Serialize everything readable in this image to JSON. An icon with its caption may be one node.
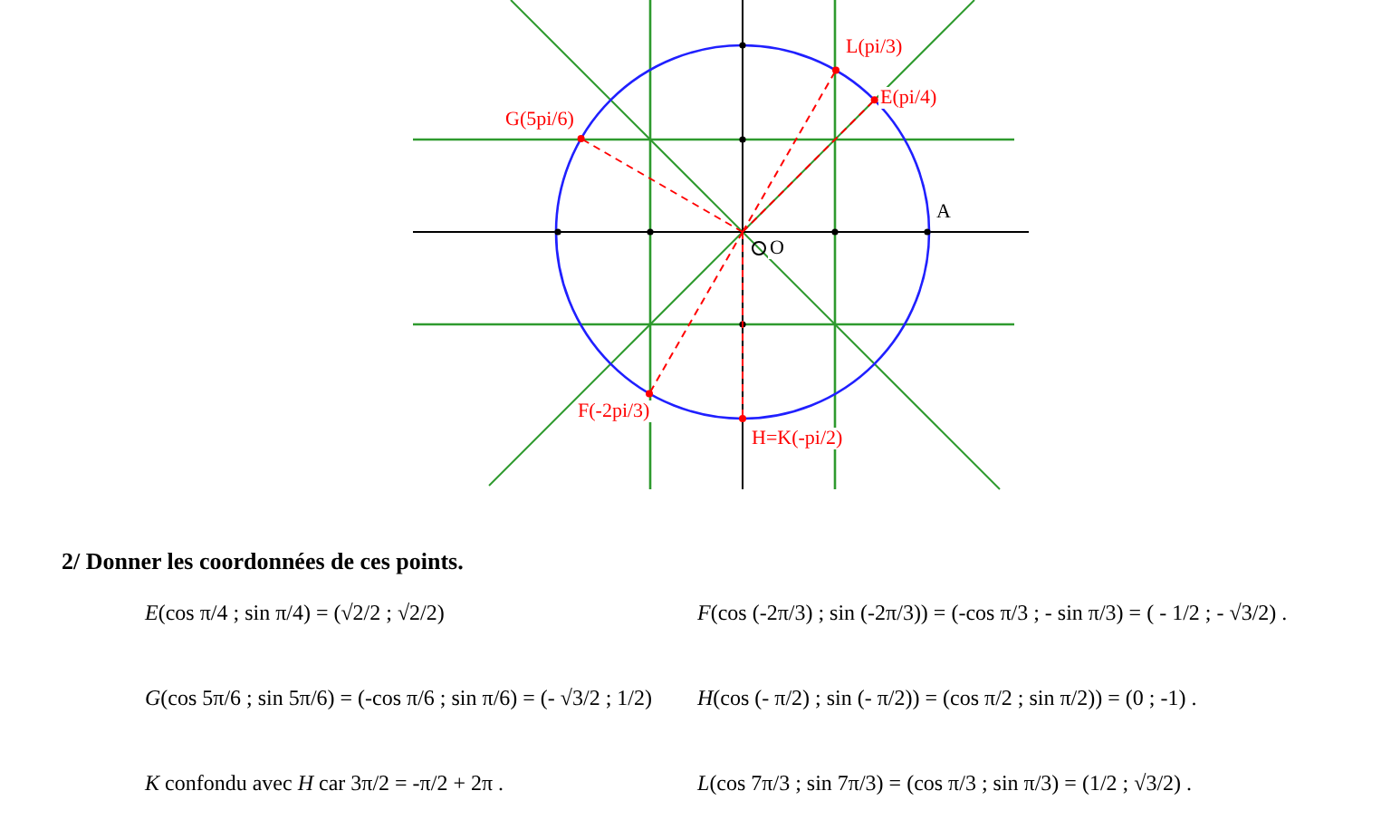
{
  "diagram": {
    "labels": [
      "L(pi/3)",
      "E(pi/4)",
      "G(5pi/6)",
      "A",
      "O",
      "F(-2pi/3)",
      "H=K(-pi/2)",
      "2/  Donner les coordonnées de ces points.",
      "*E*(cos π/4 ; sin π/4) = (√2/2 ; √2/2)",
      "*F*(cos (-2π/3) ; sin (-2π/3)) = (-cos π/3 ; - sin π/3) = ( - 1/2 ; - √3/2) .",
      "*G*(cos 5π/6 ; sin 5π/6) = (-cos π/6 ; sin π/6) = (- √3/2 ; 1/2)",
      "*H*(cos (- π/2) ; sin (- π/2)) = (cos π/2 ; sin π/2)) = (0 ; -1) .",
      "*K*  confondu avec  *H*  car  3π/2 = -π/2 + 2π .",
      "*L*(cos 7π/3 ; sin 7π/3) = (cos π/3 ; sin π/3) = (1/2 ; √3/2) ."
    ]
  }
}
